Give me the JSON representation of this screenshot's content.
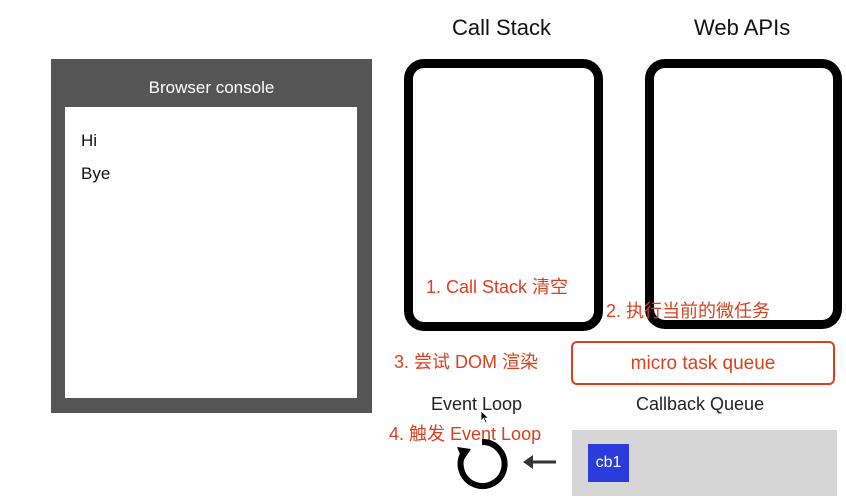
{
  "console": {
    "title": "Browser console",
    "lines": [
      "Hi",
      "Bye"
    ]
  },
  "headings": {
    "call_stack": "Call Stack",
    "web_apis": "Web APIs"
  },
  "notes": {
    "step1": "1. Call Stack 清空",
    "step2": "2. 执行当前的微任务",
    "step3": "3. 尝试 DOM 渲染",
    "step4": "4. 触发 Event Loop"
  },
  "micro_task_queue": {
    "label": "micro task queue"
  },
  "event_loop": {
    "label": "Event Loop"
  },
  "callback_queue": {
    "label": "Callback Queue",
    "items": [
      "cb1"
    ]
  },
  "colors": {
    "console_frame": "#555555",
    "annotation": "#d9411e",
    "queue_bg": "#d6d6d6",
    "callback_item": "#2a3ddc"
  },
  "icons": {
    "event_loop": "refresh-cycle-icon",
    "arrow": "arrow-left-icon",
    "cursor": "mouse-pointer-icon"
  }
}
